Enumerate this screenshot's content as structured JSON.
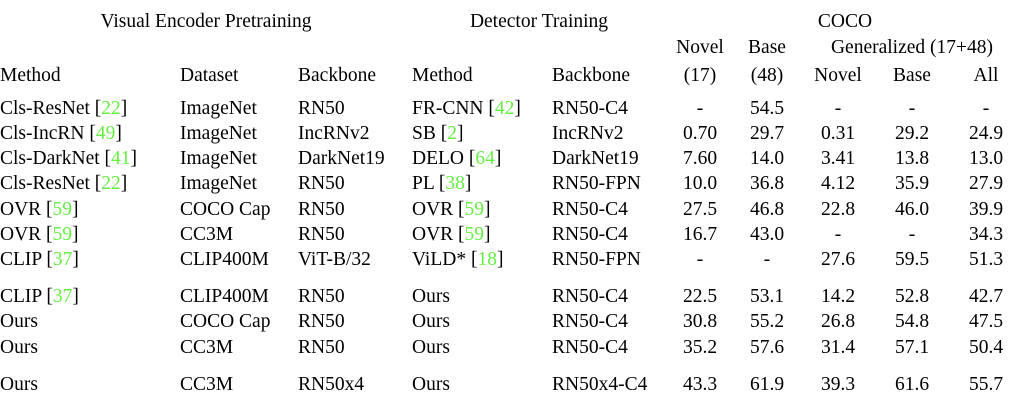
{
  "table": {
    "group_headers": [
      {
        "label": "Visual Encoder Pretraining",
        "span": 3
      },
      {
        "label": "Detector Training",
        "span": 2
      },
      {
        "label": "COCO",
        "span": 5
      }
    ],
    "coco_sub_headers": {
      "novel_top": "Novel",
      "base_top": "Base",
      "generalized": "Generalized (17+48)",
      "novel_bottom": "(17)",
      "base_bottom": "(48)",
      "gen_novel": "Novel",
      "gen_base": "Base",
      "gen_all": "All"
    },
    "column_headers": {
      "pretrain_method": "Method",
      "pretrain_dataset": "Dataset",
      "pretrain_backbone": "Backbone",
      "detector_method": "Method",
      "detector_backbone": "Backbone"
    },
    "citation_color": "#66ee44",
    "sections": [
      {
        "name": "baselines",
        "rows": [
          {
            "pretrain_method": "Cls-ResNet",
            "pretrain_cite": "22",
            "pretrain_dataset": "ImageNet",
            "pretrain_backbone": "RN50",
            "detector_method": "FR-CNN",
            "detector_cite": "42",
            "detector_backbone": "RN50-C4",
            "novel17": "-",
            "base48": "54.5",
            "gen_novel": "-",
            "gen_base": "-",
            "gen_all": "-",
            "bold": []
          },
          {
            "pretrain_method": "Cls-IncRN",
            "pretrain_cite": "49",
            "pretrain_dataset": "ImageNet",
            "pretrain_backbone": "IncRNv2",
            "detector_method": "SB",
            "detector_cite": "2",
            "detector_backbone": "IncRNv2",
            "novel17": "0.70",
            "base48": "29.7",
            "gen_novel": "0.31",
            "gen_base": "29.2",
            "gen_all": "24.9",
            "bold": []
          },
          {
            "pretrain_method": "Cls-DarkNet",
            "pretrain_cite": "41",
            "pretrain_dataset": "ImageNet",
            "pretrain_backbone": "DarkNet19",
            "detector_method": "DELO",
            "detector_cite": "64",
            "detector_backbone": "DarkNet19",
            "novel17": "7.60",
            "base48": "14.0",
            "gen_novel": "3.41",
            "gen_base": "13.8",
            "gen_all": "13.0",
            "bold": []
          },
          {
            "pretrain_method": "Cls-ResNet",
            "pretrain_cite": "22",
            "pretrain_dataset": "ImageNet",
            "pretrain_backbone": "RN50",
            "detector_method": "PL",
            "detector_cite": "38",
            "detector_backbone": "RN50-FPN",
            "novel17": "10.0",
            "base48": "36.8",
            "gen_novel": "4.12",
            "gen_base": "35.9",
            "gen_all": "27.9",
            "bold": []
          },
          {
            "pretrain_method": "OVR",
            "pretrain_cite": "59",
            "pretrain_dataset": "COCO Cap",
            "pretrain_backbone": "RN50",
            "detector_method": "OVR",
            "detector_cite": "59",
            "detector_backbone": "RN50-C4",
            "novel17": "27.5",
            "base48": "46.8",
            "gen_novel": "22.8",
            "gen_base": "46.0",
            "gen_all": "39.9",
            "bold": []
          },
          {
            "pretrain_method": "OVR",
            "pretrain_cite": "59",
            "pretrain_dataset": "CC3M",
            "pretrain_backbone": "RN50",
            "detector_method": "OVR",
            "detector_cite": "59",
            "detector_backbone": "RN50-C4",
            "novel17": "16.7",
            "base48": "43.0",
            "gen_novel": "-",
            "gen_base": "-",
            "gen_all": "34.3",
            "bold": []
          },
          {
            "pretrain_method": "CLIP",
            "pretrain_cite": "37",
            "pretrain_dataset": "CLIP400M",
            "pretrain_backbone": "ViT-B/32",
            "detector_method": "ViLD*",
            "detector_cite": "18",
            "detector_backbone": "RN50-FPN",
            "novel17": "-",
            "base48": "-",
            "gen_novel": "27.6",
            "gen_base": "59.5",
            "gen_all": "51.3",
            "bold": [
              "gen_base",
              "gen_all"
            ]
          }
        ]
      },
      {
        "name": "ours",
        "rows": [
          {
            "pretrain_method": "CLIP",
            "pretrain_cite": "37",
            "pretrain_dataset": "CLIP400M",
            "pretrain_backbone": "RN50",
            "detector_method": "Ours",
            "detector_cite": "",
            "detector_backbone": "RN50-C4",
            "novel17": "22.5",
            "base48": "53.1",
            "gen_novel": "14.2",
            "gen_base": "52.8",
            "gen_all": "42.7",
            "bold": []
          },
          {
            "pretrain_method": "Ours",
            "pretrain_cite": "",
            "pretrain_dataset": "COCO Cap",
            "pretrain_backbone": "RN50",
            "detector_method": "Ours",
            "detector_cite": "",
            "detector_backbone": "RN50-C4",
            "novel17": "30.8",
            "base48": "55.2",
            "gen_novel": "26.8",
            "gen_base": "54.8",
            "gen_all": "47.5",
            "bold": []
          },
          {
            "pretrain_method": "Ours",
            "pretrain_cite": "",
            "pretrain_dataset": "CC3M",
            "pretrain_backbone": "RN50",
            "detector_method": "Ours",
            "detector_cite": "",
            "detector_backbone": "RN50-C4",
            "novel17": "35.2",
            "base48": "57.6",
            "gen_novel": "31.4",
            "gen_base": "57.1",
            "gen_all": "50.4",
            "bold": [
              "novel17",
              "base48",
              "gen_novel"
            ]
          }
        ]
      },
      {
        "name": "ours-large",
        "rows": [
          {
            "pretrain_method": "Ours",
            "pretrain_cite": "",
            "pretrain_dataset": "CC3M",
            "pretrain_backbone": "RN50x4",
            "detector_method": "Ours",
            "detector_cite": "",
            "detector_backbone": "RN50x4-C4",
            "novel17": "43.3",
            "base48": "61.9",
            "gen_novel": "39.3",
            "gen_base": "61.6",
            "gen_all": "55.7",
            "bold": [
              "novel17",
              "base48",
              "gen_novel",
              "gen_base",
              "gen_all"
            ]
          }
        ]
      }
    ]
  }
}
